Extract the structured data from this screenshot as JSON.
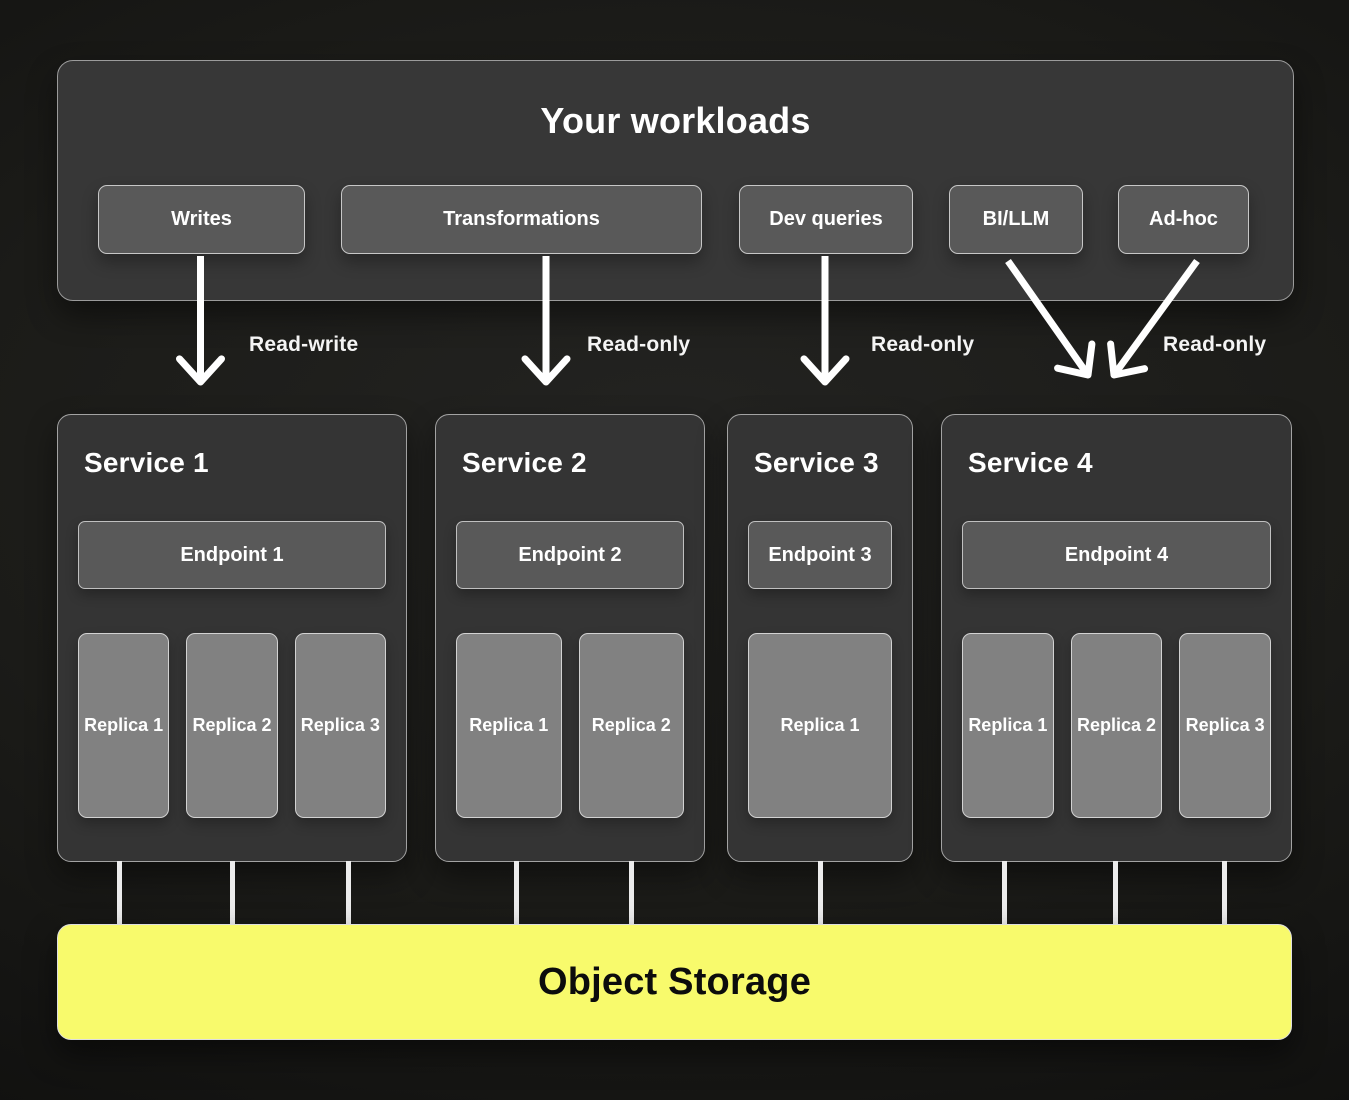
{
  "workloads": {
    "title": "Your workloads",
    "items": [
      {
        "label": "Writes"
      },
      {
        "label": "Transformations"
      },
      {
        "label": "Dev queries"
      },
      {
        "label": "BI/LLM"
      },
      {
        "label": "Ad-hoc"
      }
    ]
  },
  "arrows": {
    "labels": [
      {
        "text": "Read-write"
      },
      {
        "text": "Read-only"
      },
      {
        "text": "Read-only"
      },
      {
        "text": "Read-only"
      }
    ]
  },
  "services": [
    {
      "name": "Service 1",
      "endpoint": "Endpoint 1",
      "replicas": [
        "Replica 1",
        "Replica 2",
        "Replica 3"
      ]
    },
    {
      "name": "Service 2",
      "endpoint": "Endpoint 2",
      "replicas": [
        "Replica 1",
        "Replica 2"
      ]
    },
    {
      "name": "Service 3",
      "endpoint": "Endpoint 3",
      "replicas": [
        "Replica 1"
      ]
    },
    {
      "name": "Service 4",
      "endpoint": "Endpoint 4",
      "replicas": [
        "Replica 1",
        "Replica 2",
        "Replica 3"
      ]
    }
  ],
  "storage": {
    "label": "Object Storage",
    "color": "#f8fa6c"
  },
  "colors": {
    "panel_bg": "#373737",
    "box_bg": "#595959",
    "replica_bg": "#818181",
    "arrow": "#ffffff",
    "background": "#141412"
  }
}
